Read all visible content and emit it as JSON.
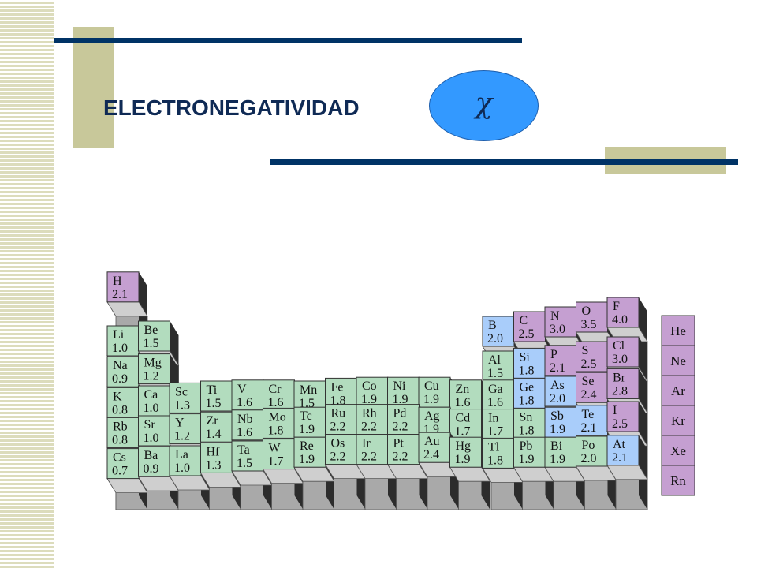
{
  "slide": {
    "title": "ELECTRONEGATIVIDAD",
    "symbol": "χ"
  },
  "colors": {
    "metal": "#b2dcbe",
    "metalloid": "#a9cdfa",
    "nonmetal": "#c59fd1",
    "noble": "#c59fd1",
    "accent": "#c8c89a",
    "rule": "#003366",
    "oval": "#3399ff"
  },
  "elements": [
    {
      "symbol": "H",
      "value": "2.1",
      "group": 1,
      "period": 1,
      "category": "nonmetal"
    },
    {
      "symbol": "Li",
      "value": "1.0",
      "group": 1,
      "period": 2,
      "category": "metal"
    },
    {
      "symbol": "Na",
      "value": "0.9",
      "group": 1,
      "period": 3,
      "category": "metal"
    },
    {
      "symbol": "K",
      "value": "0.8",
      "group": 1,
      "period": 4,
      "category": "metal"
    },
    {
      "symbol": "Rb",
      "value": "0.8",
      "group": 1,
      "period": 5,
      "category": "metal"
    },
    {
      "symbol": "Cs",
      "value": "0.7",
      "group": 1,
      "period": 6,
      "category": "metal"
    },
    {
      "symbol": "Be",
      "value": "1.5",
      "group": 2,
      "period": 2,
      "category": "metal"
    },
    {
      "symbol": "Mg",
      "value": "1.2",
      "group": 2,
      "period": 3,
      "category": "metal"
    },
    {
      "symbol": "Ca",
      "value": "1.0",
      "group": 2,
      "period": 4,
      "category": "metal"
    },
    {
      "symbol": "Sr",
      "value": "1.0",
      "group": 2,
      "period": 5,
      "category": "metal"
    },
    {
      "symbol": "Ba",
      "value": "0.9",
      "group": 2,
      "period": 6,
      "category": "metal"
    },
    {
      "symbol": "Sc",
      "value": "1.3",
      "group": 3,
      "period": 4,
      "category": "metal"
    },
    {
      "symbol": "Y",
      "value": "1.2",
      "group": 3,
      "period": 5,
      "category": "metal"
    },
    {
      "symbol": "La",
      "value": "1.0",
      "group": 3,
      "period": 6,
      "category": "metal"
    },
    {
      "symbol": "Ti",
      "value": "1.5",
      "group": 4,
      "period": 4,
      "category": "metal"
    },
    {
      "symbol": "Zr",
      "value": "1.4",
      "group": 4,
      "period": 5,
      "category": "metal"
    },
    {
      "symbol": "Hf",
      "value": "1.3",
      "group": 4,
      "period": 6,
      "category": "metal"
    },
    {
      "symbol": "V",
      "value": "1.6",
      "group": 5,
      "period": 4,
      "category": "metal"
    },
    {
      "symbol": "Nb",
      "value": "1.6",
      "group": 5,
      "period": 5,
      "category": "metal"
    },
    {
      "symbol": "Ta",
      "value": "1.5",
      "group": 5,
      "period": 6,
      "category": "metal"
    },
    {
      "symbol": "Cr",
      "value": "1.6",
      "group": 6,
      "period": 4,
      "category": "metal"
    },
    {
      "symbol": "Mo",
      "value": "1.8",
      "group": 6,
      "period": 5,
      "category": "metal"
    },
    {
      "symbol": "W",
      "value": "1.7",
      "group": 6,
      "period": 6,
      "category": "metal"
    },
    {
      "symbol": "Mn",
      "value": "1.5",
      "group": 7,
      "period": 4,
      "category": "metal"
    },
    {
      "symbol": "Tc",
      "value": "1.9",
      "group": 7,
      "period": 5,
      "category": "metal"
    },
    {
      "symbol": "Re",
      "value": "1.9",
      "group": 7,
      "period": 6,
      "category": "metal"
    },
    {
      "symbol": "Fe",
      "value": "1.8",
      "group": 8,
      "period": 4,
      "category": "metal"
    },
    {
      "symbol": "Ru",
      "value": "2.2",
      "group": 8,
      "period": 5,
      "category": "metal"
    },
    {
      "symbol": "Os",
      "value": "2.2",
      "group": 8,
      "period": 6,
      "category": "metal"
    },
    {
      "symbol": "Co",
      "value": "1.9",
      "group": 9,
      "period": 4,
      "category": "metal"
    },
    {
      "symbol": "Rh",
      "value": "2.2",
      "group": 9,
      "period": 5,
      "category": "metal"
    },
    {
      "symbol": "Ir",
      "value": "2.2",
      "group": 9,
      "period": 6,
      "category": "metal"
    },
    {
      "symbol": "Ni",
      "value": "1.9",
      "group": 10,
      "period": 4,
      "category": "metal"
    },
    {
      "symbol": "Pd",
      "value": "2.2",
      "group": 10,
      "period": 5,
      "category": "metal"
    },
    {
      "symbol": "Pt",
      "value": "2.2",
      "group": 10,
      "period": 6,
      "category": "metal"
    },
    {
      "symbol": "Cu",
      "value": "1.9",
      "group": 11,
      "period": 4,
      "category": "metal"
    },
    {
      "symbol": "Ag",
      "value": "1.9",
      "group": 11,
      "period": 5,
      "category": "metal"
    },
    {
      "symbol": "Au",
      "value": "2.4",
      "group": 11,
      "period": 6,
      "category": "metal"
    },
    {
      "symbol": "Zn",
      "value": "1.6",
      "group": 12,
      "period": 4,
      "category": "metal"
    },
    {
      "symbol": "Cd",
      "value": "1.7",
      "group": 12,
      "period": 5,
      "category": "metal"
    },
    {
      "symbol": "Hg",
      "value": "1.9",
      "group": 12,
      "period": 6,
      "category": "metal"
    },
    {
      "symbol": "B",
      "value": "2.0",
      "group": 13,
      "period": 2,
      "category": "metalloid"
    },
    {
      "symbol": "Al",
      "value": "1.5",
      "group": 13,
      "period": 3,
      "category": "metal"
    },
    {
      "symbol": "Ga",
      "value": "1.6",
      "group": 13,
      "period": 4,
      "category": "metal"
    },
    {
      "symbol": "In",
      "value": "1.7",
      "group": 13,
      "period": 5,
      "category": "metal"
    },
    {
      "symbol": "Tl",
      "value": "1.8",
      "group": 13,
      "period": 6,
      "category": "metal"
    },
    {
      "symbol": "C",
      "value": "2.5",
      "group": 14,
      "period": 2,
      "category": "nonmetal"
    },
    {
      "symbol": "Si",
      "value": "1.8",
      "group": 14,
      "period": 3,
      "category": "metalloid"
    },
    {
      "symbol": "Ge",
      "value": "1.8",
      "group": 14,
      "period": 4,
      "category": "metalloid"
    },
    {
      "symbol": "Sn",
      "value": "1.8",
      "group": 14,
      "period": 5,
      "category": "metal"
    },
    {
      "symbol": "Pb",
      "value": "1.9",
      "group": 14,
      "period": 6,
      "category": "metal"
    },
    {
      "symbol": "N",
      "value": "3.0",
      "group": 15,
      "period": 2,
      "category": "nonmetal"
    },
    {
      "symbol": "P",
      "value": "2.1",
      "group": 15,
      "period": 3,
      "category": "nonmetal"
    },
    {
      "symbol": "As",
      "value": "2.0",
      "group": 15,
      "period": 4,
      "category": "metalloid"
    },
    {
      "symbol": "Sb",
      "value": "1.9",
      "group": 15,
      "period": 5,
      "category": "metalloid"
    },
    {
      "symbol": "Bi",
      "value": "1.9",
      "group": 15,
      "period": 6,
      "category": "metal"
    },
    {
      "symbol": "O",
      "value": "3.5",
      "group": 16,
      "period": 2,
      "category": "nonmetal"
    },
    {
      "symbol": "S",
      "value": "2.5",
      "group": 16,
      "period": 3,
      "category": "nonmetal"
    },
    {
      "symbol": "Se",
      "value": "2.4",
      "group": 16,
      "period": 4,
      "category": "nonmetal"
    },
    {
      "symbol": "Te",
      "value": "2.1",
      "group": 16,
      "period": 5,
      "category": "metalloid"
    },
    {
      "symbol": "Po",
      "value": "2.0",
      "group": 16,
      "period": 6,
      "category": "metal"
    },
    {
      "symbol": "F",
      "value": "4.0",
      "group": 17,
      "period": 2,
      "category": "nonmetal"
    },
    {
      "symbol": "Cl",
      "value": "3.0",
      "group": 17,
      "period": 3,
      "category": "nonmetal"
    },
    {
      "symbol": "Br",
      "value": "2.8",
      "group": 17,
      "period": 4,
      "category": "nonmetal"
    },
    {
      "symbol": "I",
      "value": "2.5",
      "group": 17,
      "period": 5,
      "category": "nonmetal"
    },
    {
      "symbol": "At",
      "value": "2.1",
      "group": 17,
      "period": 6,
      "category": "metalloid"
    },
    {
      "symbol": "He",
      "value": "",
      "group": 18,
      "period": 1,
      "category": "noble"
    },
    {
      "symbol": "Ne",
      "value": "",
      "group": 18,
      "period": 2,
      "category": "noble"
    },
    {
      "symbol": "Ar",
      "value": "",
      "group": 18,
      "period": 3,
      "category": "noble"
    },
    {
      "symbol": "Kr",
      "value": "",
      "group": 18,
      "period": 4,
      "category": "noble"
    },
    {
      "symbol": "Xe",
      "value": "",
      "group": 18,
      "period": 5,
      "category": "noble"
    },
    {
      "symbol": "Rn",
      "value": "",
      "group": 18,
      "period": 6,
      "category": "noble"
    }
  ]
}
